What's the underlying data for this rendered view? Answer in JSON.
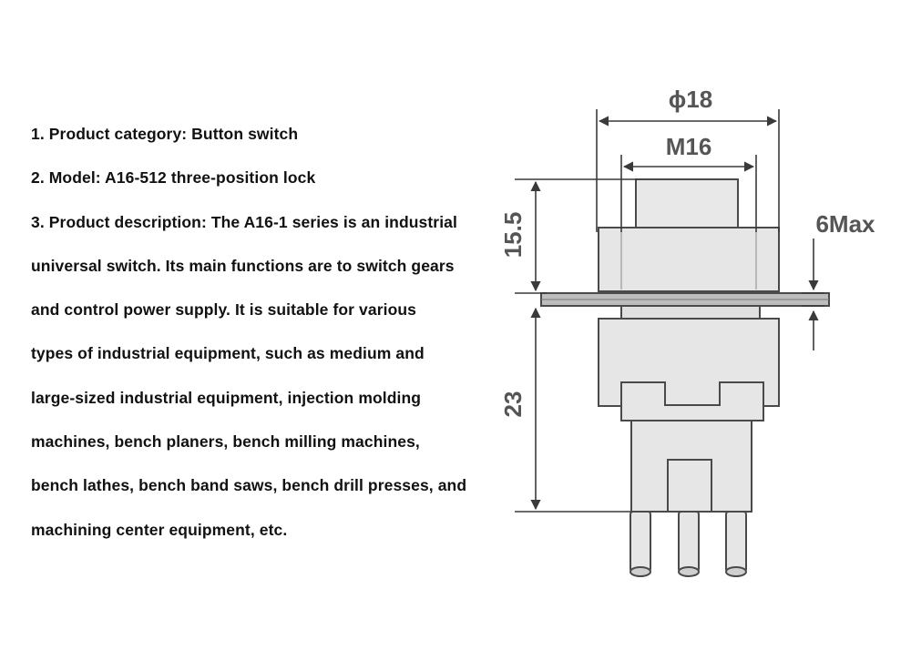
{
  "description": {
    "lines": [
      "1. Product category: Button switch",
      "2. Model: A16-512 three-position lock",
      "3. Product description: The A16-1 series is an industrial",
      "universal switch. Its main functions are to switch gears",
      "and control power supply. It is suitable for various",
      "types of industrial equipment, such as medium and",
      "large-sized industrial equipment, injection molding",
      "machines, bench planers, bench milling machines,",
      "bench lathes, bench band saws, bench drill presses, and",
      "machining center equipment, etc."
    ]
  },
  "drawing": {
    "dim_diameter": "ϕ18",
    "dim_thread": "M16",
    "dim_top_height": "15.5",
    "dim_panel_max": "6Max",
    "dim_body_height": "23",
    "colors": {
      "line": "#4a4a4a",
      "fill": "#e6e6e6",
      "panel": "#bfbfbf"
    }
  }
}
